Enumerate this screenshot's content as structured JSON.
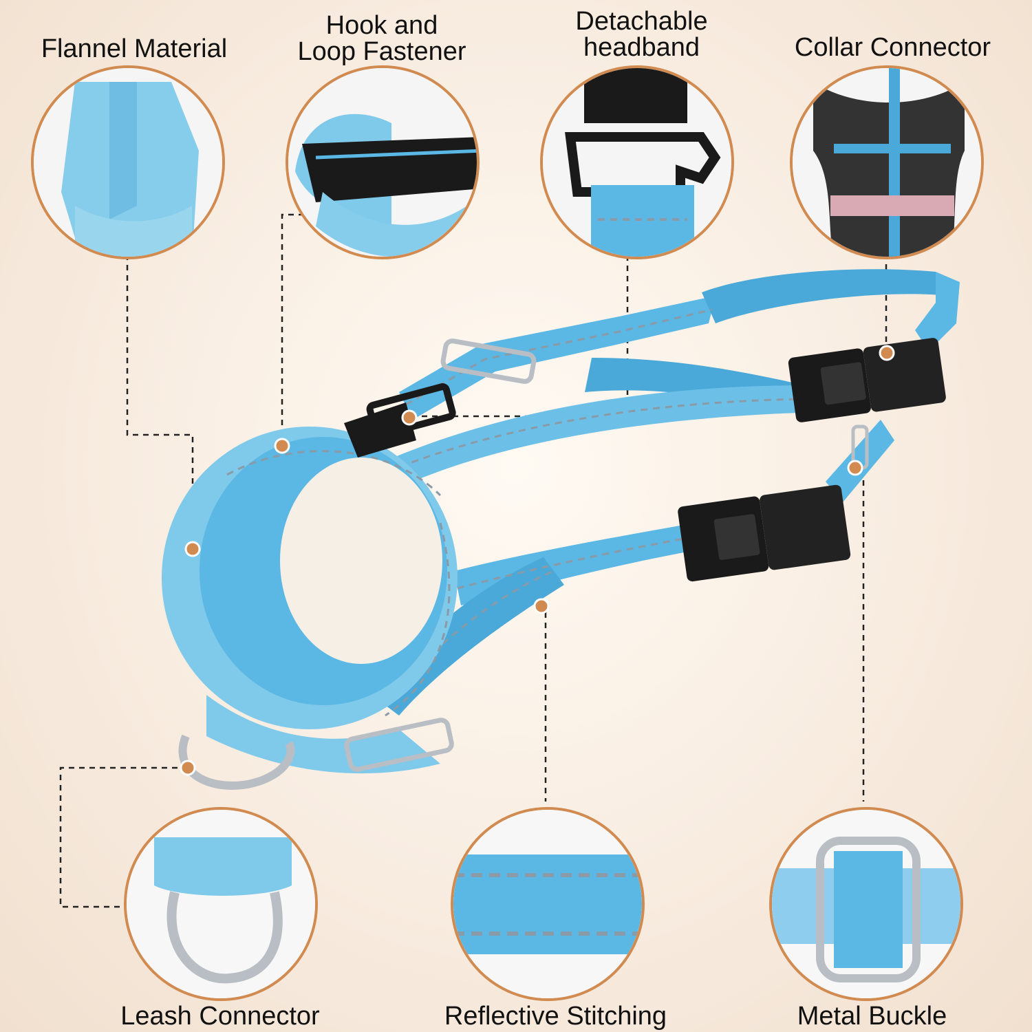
{
  "labels": {
    "flannel_material": "Flannel Material",
    "hook_loop_line1": "Hook and",
    "hook_loop_line2": "Loop Fastener",
    "detachable_line1": "Detachable",
    "detachable_line2": "headband",
    "collar_connector": "Collar Connector",
    "leash_connector": "Leash Connector",
    "reflective_stitching": "Reflective Stitching",
    "metal_buckle": "Metal Buckle"
  },
  "colors": {
    "accent": "#d18a4f",
    "strap_blue": "#5bb7e3",
    "fleece_blue": "#7fc9ea",
    "black": "#1a1a1a",
    "reflective": "#8a9aa6",
    "metal": "#b8bec4"
  }
}
